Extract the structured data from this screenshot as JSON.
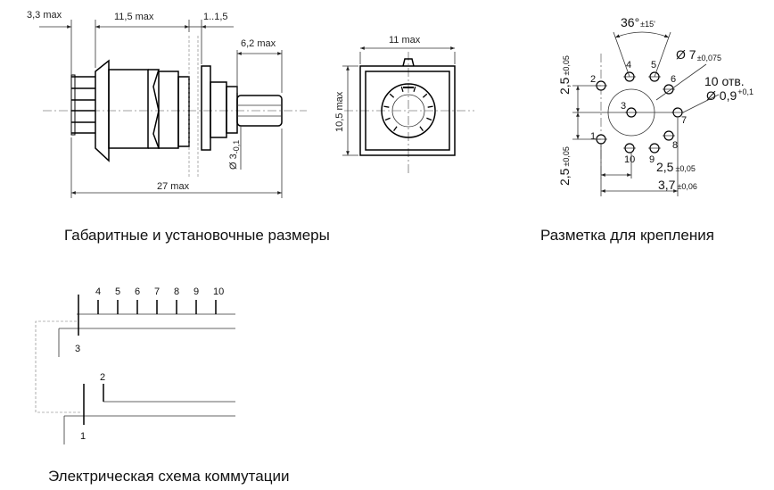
{
  "captions": {
    "dimensions": "Габаритные и установочные размеры",
    "marking": "Разметка для крепления",
    "circuit": "Электрическая схема коммутации"
  },
  "side_view": {
    "d_3_3": "3,3 max",
    "d_11_5": "11,5 max",
    "d_1_1_5": "1..1,5",
    "d_6_2": "6,2 max",
    "d_27": "27 max",
    "d_shaft": "Ø 3",
    "d_shaft_tol": "-0,1"
  },
  "front_view": {
    "d_width": "11 max",
    "d_height": "10,5 max"
  },
  "marking_view": {
    "angle": "36°",
    "angle_tol": "±15'",
    "circle_dia": "Ø 7",
    "circle_tol": "±0,075",
    "holes_label": "10 отв.",
    "hole_dia": "Ø 0,9",
    "hole_tol": "+0,1",
    "d_left_top": "2,5",
    "d_left_top_tol": "±0,05",
    "d_left_bot": "2,5",
    "d_left_bot_tol": "±0,05",
    "d_bottom_1": "2,5",
    "d_bottom_1_tol": "±0,05",
    "d_bottom_2": "3,7",
    "d_bottom_2_tol": "±0,06",
    "pins": [
      "1",
      "2",
      "3",
      "4",
      "5",
      "6",
      "7",
      "8",
      "9",
      "10"
    ]
  },
  "circuit_view": {
    "top_pins": [
      "4",
      "5",
      "6",
      "7",
      "8",
      "9",
      "10"
    ],
    "common_top": "3",
    "common_bottom": "1",
    "pin_2": "2"
  }
}
